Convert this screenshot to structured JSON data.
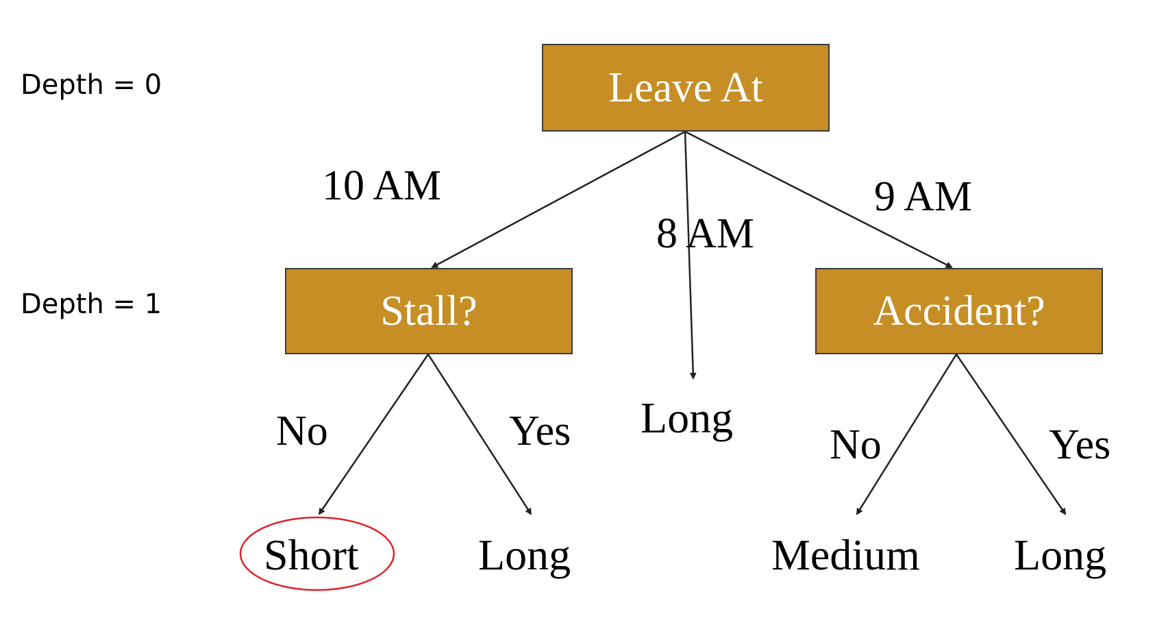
{
  "depth_labels": [
    "Depth = 0",
    "Depth = 1"
  ],
  "nodes": {
    "root": "Leave At",
    "stall": "Stall?",
    "accident": "Accident?"
  },
  "edge_labels": {
    "ten_am": "10 AM",
    "eight_am": "8 AM",
    "nine_am": "9 AM",
    "stall_no": "No",
    "stall_yes": "Yes",
    "accident_no": "No",
    "accident_yes": "Yes"
  },
  "leaves": {
    "stall_no": "Short",
    "stall_yes": "Long",
    "eight_am": "Long",
    "accident_no": "Medium",
    "accident_yes": "Long"
  },
  "colors": {
    "node_fill": "#c68e25",
    "node_text": "#ffffff",
    "highlight": "#e0202a",
    "edge": "#222222"
  }
}
